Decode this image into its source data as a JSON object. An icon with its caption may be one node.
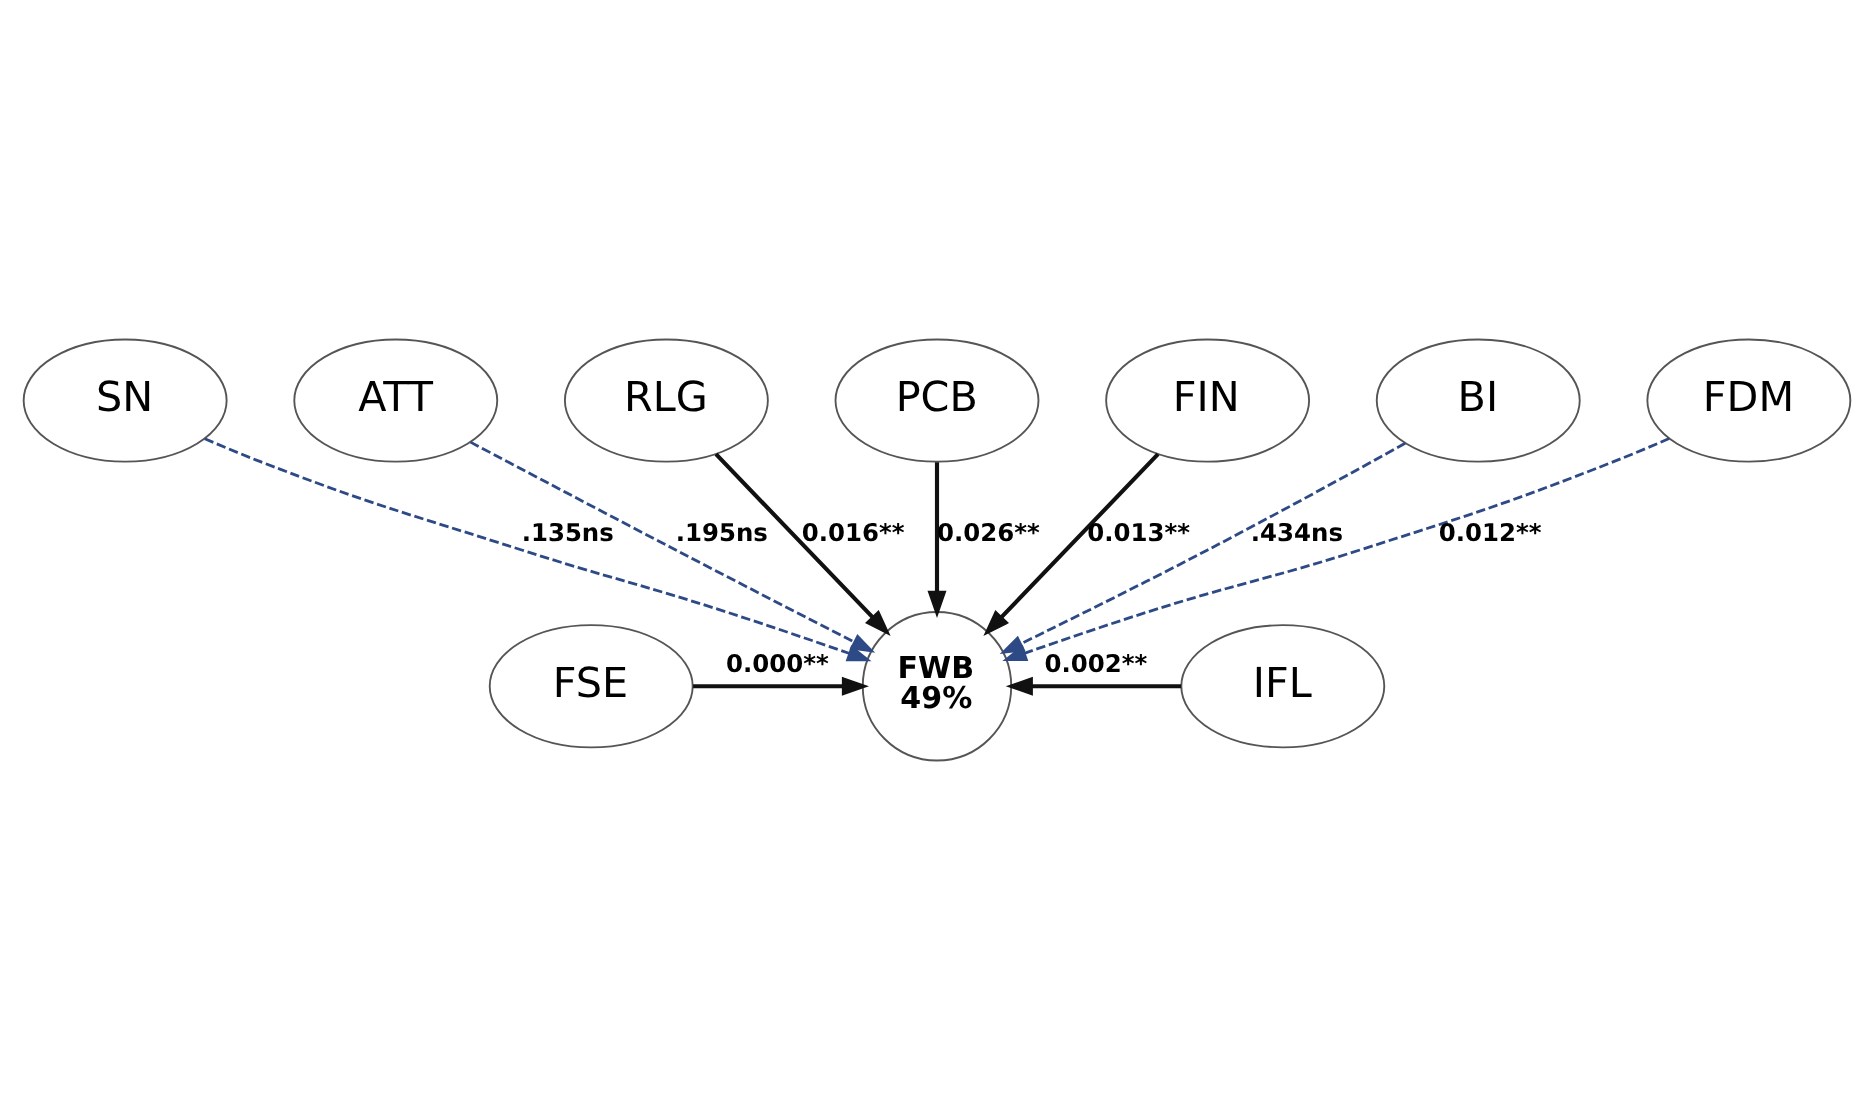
{
  "diagram": {
    "nodes": [
      {
        "text": [
          "SN"
        ]
      },
      {
        "text": [
          "ATT"
        ]
      },
      {
        "text": [
          "RLG"
        ]
      },
      {
        "text": [
          "PCB"
        ]
      },
      {
        "text": [
          "FIN"
        ]
      },
      {
        "text": [
          "BI"
        ]
      },
      {
        "text": [
          "FDM"
        ]
      },
      {
        "text": [
          "FSE"
        ]
      },
      {
        "text": [
          "FWB",
          "49%"
        ]
      },
      {
        "text": [
          "IFL"
        ]
      }
    ],
    "edges": [
      {
        "from": 0,
        "to": 8,
        "arrow": "to",
        "label": ".135ns",
        "style": "dashed",
        "color": "#2e4a86"
      },
      {
        "from": 1,
        "to": 8,
        "arrow": "to",
        "label": ".195ns",
        "style": "dashed",
        "color": "#2e4a86"
      },
      {
        "from": 2,
        "to": 8,
        "arrow": "to",
        "label": "0.016**"
      },
      {
        "from": 3,
        "to": 8,
        "arrow": "to",
        "label": "0.026**"
      },
      {
        "from": 4,
        "to": 8,
        "arrow": "to",
        "label": "0.013**"
      },
      {
        "from": 5,
        "to": 8,
        "arrow": "to",
        "label": ".434ns",
        "style": "dashed",
        "color": "#2e4a86"
      },
      {
        "from": 6,
        "to": 8,
        "arrow": "to",
        "label": "0.012**",
        "style": "dashed",
        "color": "#2e4a86"
      },
      {
        "from": 7,
        "to": 8,
        "arrow": "to",
        "label": "0.000**"
      },
      {
        "from": 9,
        "to": 8,
        "arrow": "to",
        "label": "0.002**"
      }
    ]
  }
}
